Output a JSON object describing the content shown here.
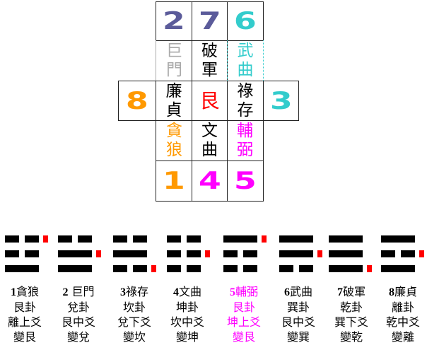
{
  "grid": {
    "top_numbers": [
      {
        "value": "2",
        "color": "#5b5b9a"
      },
      {
        "value": "7",
        "color": "#5b5b9a"
      },
      {
        "value": "6",
        "color": "#33cccc"
      }
    ],
    "left_number": {
      "value": "8",
      "color": "#ff9900"
    },
    "right_number": {
      "value": "3",
      "color": "#33cccc"
    },
    "bottom_numbers": [
      {
        "value": "1",
        "color": "#ff9900"
      },
      {
        "value": "4",
        "color": "#ff00ff"
      },
      {
        "value": "5",
        "color": "#ff00ff"
      }
    ],
    "stars": {
      "top_left": {
        "chars": [
          "巨",
          "門"
        ],
        "color": "#aaaaaa"
      },
      "top_center": {
        "chars": [
          "破",
          "軍"
        ],
        "color": "#000000"
      },
      "top_right": {
        "chars": [
          "武",
          "曲"
        ],
        "color": "#33cccc"
      },
      "mid_left": {
        "chars": [
          "廉",
          "貞"
        ],
        "color": "#000000"
      },
      "center": {
        "chars": [
          "艮"
        ],
        "color": "#ff0000"
      },
      "mid_right": {
        "chars": [
          "祿",
          "存"
        ],
        "color": "#000000"
      },
      "bottom_left": {
        "chars": [
          "貪",
          "狼"
        ],
        "color": "#ff9900"
      },
      "bottom_center": {
        "chars": [
          "文",
          "曲"
        ],
        "color": "#000000"
      },
      "bottom_right": {
        "chars": [
          "輔",
          "弼"
        ],
        "color": "#ff00ff"
      }
    }
  },
  "trigrams": [
    {
      "num": "1",
      "star": "貪狼",
      "gua": "艮卦",
      "change": "離上爻",
      "result": "變艮",
      "color": "#000000",
      "lines": [
        "broken",
        "broken",
        "solid"
      ],
      "changed_line": 0
    },
    {
      "num": "2",
      "star": " 巨門",
      "gua": "兌卦",
      "change": "艮中爻",
      "result": "變兌",
      "color": "#000000",
      "lines": [
        "broken",
        "solid",
        "solid"
      ],
      "changed_line": 1
    },
    {
      "num": "3",
      "star": "祿存",
      "gua": "坎卦",
      "change": "兌下爻",
      "result": "變坎",
      "color": "#000000",
      "lines": [
        "broken",
        "solid",
        "broken"
      ],
      "changed_line": 2
    },
    {
      "num": "4",
      "star": "文曲",
      "gua": "坤卦",
      "change": "坎中爻",
      "result": "變坤",
      "color": "#000000",
      "lines": [
        "broken",
        "broken",
        "broken"
      ],
      "changed_line": 1
    },
    {
      "num": "5",
      "star": "輔弼",
      "gua": "艮卦",
      "change": "坤上爻",
      "result": "變艮",
      "color": "#ff00ff",
      "lines": [
        "solid",
        "broken",
        "broken"
      ],
      "changed_line": 0
    },
    {
      "num": "6",
      "star": "武曲",
      "gua": "巽卦",
      "change": "艮中爻",
      "result": "變巽",
      "color": "#000000",
      "lines": [
        "solid",
        "solid",
        "broken"
      ],
      "changed_line": 1
    },
    {
      "num": "7",
      "star": "破軍",
      "gua": "乾卦",
      "change": "巽下爻",
      "result": "變乾",
      "color": "#000000",
      "lines": [
        "solid",
        "solid",
        "solid"
      ],
      "changed_line": 2
    },
    {
      "num": "8",
      "star": "廉貞",
      "gua": "離卦",
      "change": "乾中爻",
      "result": "變離",
      "color": "#000000",
      "lines": [
        "solid",
        "broken",
        "solid"
      ],
      "changed_line": 1
    }
  ],
  "colors": {
    "changed_line_marker": "#ff0000",
    "line": "#000000",
    "grid_border": "#222222"
  }
}
